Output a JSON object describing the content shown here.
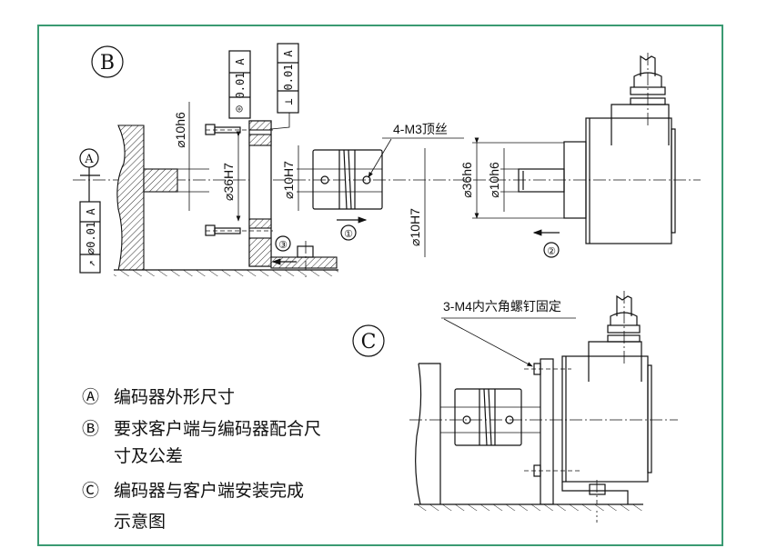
{
  "frame_color": "#3a9a72",
  "section_b": {
    "marker": "B",
    "datum_marker": "A",
    "datum_tolerance": {
      "symbol": "↗",
      "value": "⌀0.01",
      "datum": "A"
    },
    "concentricity_tolerance": {
      "symbol": "◎",
      "value": "0.01",
      "datum": "A"
    },
    "perpendicularity_tolerance": {
      "symbol": "⊥",
      "value": "0.01",
      "datum": "A"
    },
    "dims": {
      "shaft_client": "⌀10h6",
      "bore_flange": "⌀36H7",
      "coupling_bore_left": "⌀10H7",
      "coupling_bore_right": "⌀10H7",
      "encoder_spigot": "⌀36h6",
      "encoder_shaft": "⌀10h6"
    },
    "set_screw_label": "4-M3顶丝",
    "steps": [
      "①",
      "②",
      "③"
    ]
  },
  "section_c": {
    "marker": "C",
    "screw_label": "3-M4内六角螺钉固定"
  },
  "legend": [
    {
      "marker": "Ⓐ",
      "lines": [
        "编码器外形尺寸"
      ]
    },
    {
      "marker": "Ⓑ",
      "lines": [
        "要求客户端与编码器配合尺",
        "寸及公差"
      ]
    },
    {
      "marker": "Ⓒ",
      "lines": [
        "编码器与客户端安装完成",
        "示意图"
      ]
    }
  ]
}
